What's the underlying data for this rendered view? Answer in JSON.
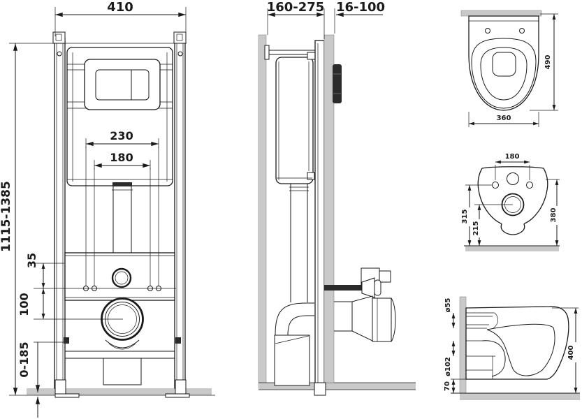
{
  "colors": {
    "line": "#1a1a1a",
    "wall_fill": "#c9c9c9",
    "floor_fill": "#c9c9c9",
    "flush_plate_dark": "#2b2b2b",
    "background": "#ffffff"
  },
  "frame_front": {
    "width": "410",
    "height_range": "1115-1385",
    "cistern_width": "230",
    "rod_spacing": "180",
    "supply_offset": "35",
    "drain_offset": "100",
    "foot_range": "0-185"
  },
  "frame_side": {
    "depth_range": "160-275",
    "cladding_range": "16-100"
  },
  "bowl_top": {
    "depth": "490",
    "width": "360"
  },
  "bowl_back": {
    "hole_spacing": "180",
    "inlet_height": "315",
    "drain_height": "215",
    "back_height": "380"
  },
  "bowl_side": {
    "inlet_dia": "ø55",
    "drain_dia": "ø102",
    "floor_offset": "70",
    "height": "400"
  }
}
